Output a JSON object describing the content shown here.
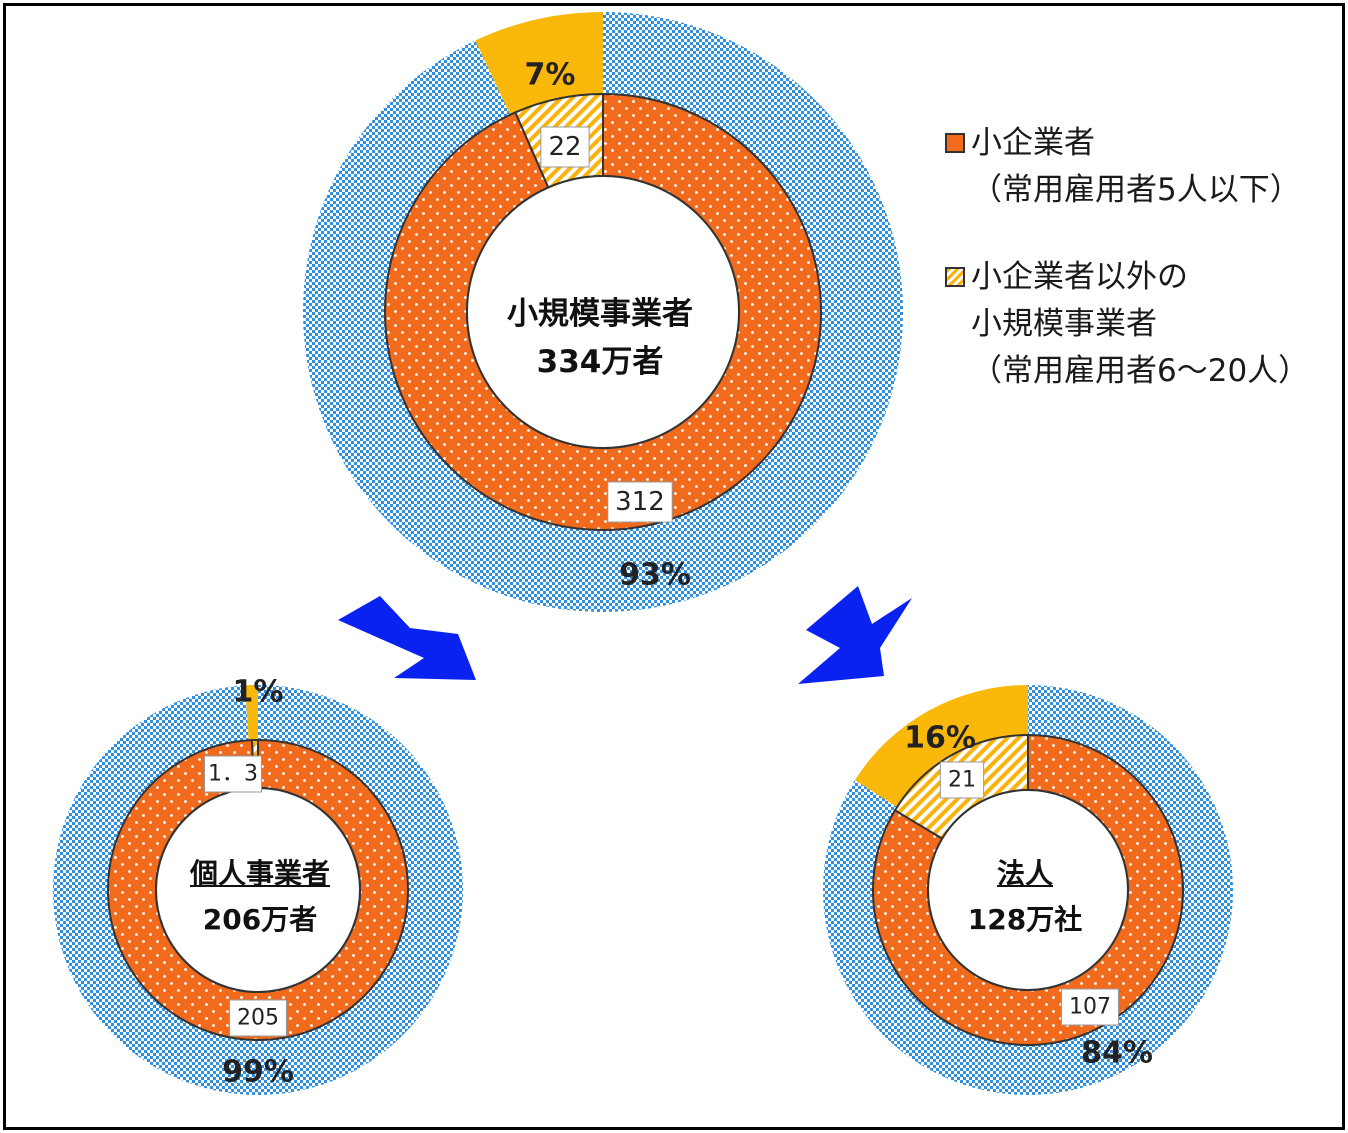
{
  "colors": {
    "small_enterprise": "#f26a1b",
    "other_small": "#fbb20b",
    "outer_blue": "#2f8fe0",
    "outer_gold": "#f9b80a",
    "arrow": "#0a22f0"
  },
  "legend": {
    "items": [
      {
        "lines": [
          "小企業者",
          "（常用雇用者5人以下）"
        ],
        "swatch": "orange"
      },
      {
        "lines": [
          "小企業者以外の",
          "小規模事業者",
          "（常用雇用者6～20人）"
        ],
        "swatch": "hatch"
      }
    ]
  },
  "chart_data": [
    {
      "type": "donut",
      "center_title": "小規模事業者",
      "center_total": "334万者",
      "inner_values": [
        312,
        22
      ],
      "inner_labels": [
        "312",
        "22"
      ],
      "outer_percents": [
        93,
        7
      ],
      "outer_labels": [
        "93%",
        "7%"
      ]
    },
    {
      "type": "donut",
      "center_title": "個人事業者",
      "center_total": "206万者",
      "inner_values": [
        205,
        1.3
      ],
      "inner_labels": [
        "205",
        "1．3"
      ],
      "outer_percents": [
        99,
        1
      ],
      "outer_labels": [
        "99%",
        "1%"
      ]
    },
    {
      "type": "donut",
      "center_title": "法人",
      "center_total": "128万社",
      "inner_values": [
        107,
        21
      ],
      "inner_labels": [
        "107",
        "21"
      ],
      "outer_percents": [
        84,
        16
      ],
      "outer_labels": [
        "84%",
        "16%"
      ]
    }
  ]
}
